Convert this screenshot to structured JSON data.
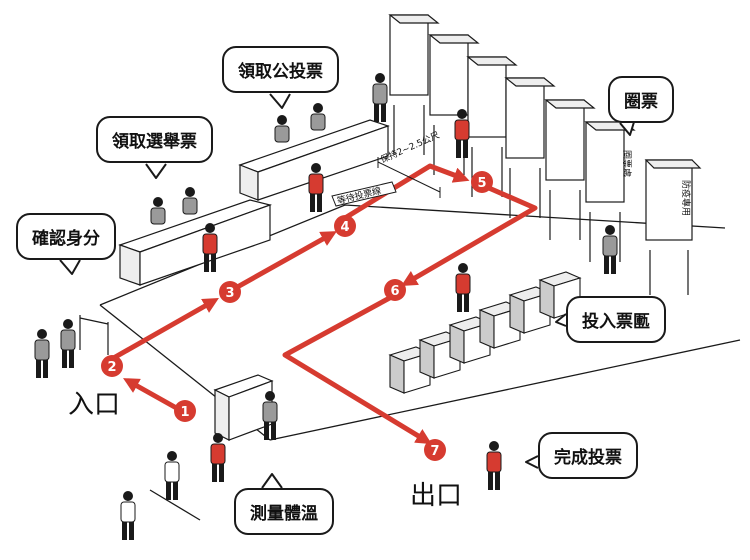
{
  "callouts": {
    "confirm_identity": "確認身分",
    "collect_ballot": "領取選舉票",
    "collect_referendum": "領取公投票",
    "mark_ballot": "圈票",
    "cast_area": "投入票匭",
    "finish_vote": "完成投票",
    "measure_temp": "測量體溫"
  },
  "labels": {
    "entrance": "入口",
    "exit": "出口",
    "distance": "保持2~2.5公尺",
    "waiting_line": "等待投票線",
    "booth_vote": "圈票處",
    "booth_epidemic": "防疫專用"
  },
  "steps": [
    "1",
    "2",
    "3",
    "4",
    "5",
    "6",
    "7"
  ],
  "colors": {
    "accent": "#d63b30",
    "ink": "#1a1a1a"
  }
}
